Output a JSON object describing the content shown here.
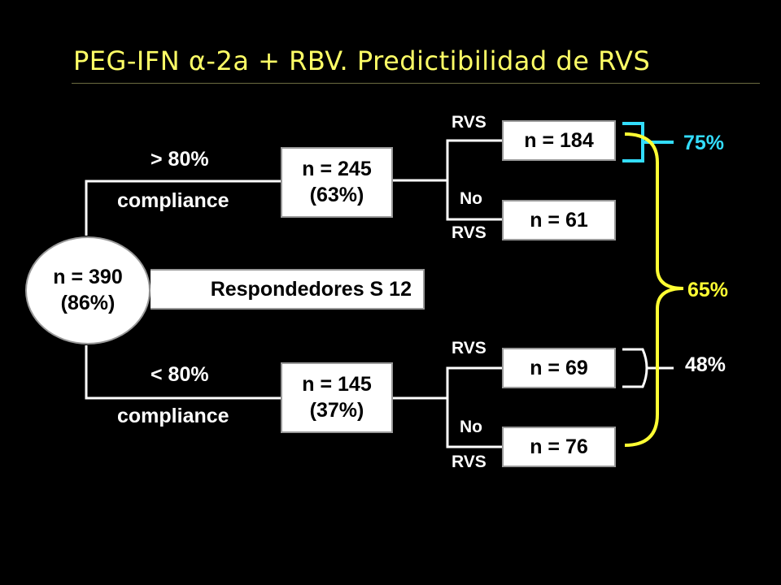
{
  "title_prefix": "PEG-IFN ",
  "title_alpha": "α",
  "title_suffix": "-2a + RBV. Predictibilidad de RVS",
  "root": {
    "line1": "n = 390",
    "line2": "(86%)"
  },
  "responders": "Respondedores S 12",
  "upper_branch": {
    "pct": "> 80%",
    "label": "compliance",
    "node_line1": "n = 245",
    "node_line2": "(63%)"
  },
  "lower_branch": {
    "pct": "< 80%",
    "label": "compliance",
    "node_line1": "n = 145",
    "node_line2": "(37%)"
  },
  "leaf_labels": {
    "rvs": "RVS",
    "no": "No",
    "no_rvs": "RVS"
  },
  "leaves": {
    "upper_rvs": "n = 184",
    "upper_no": "n = 61",
    "lower_rvs": "n = 69",
    "lower_no": "n = 76"
  },
  "results": {
    "upper": "75%",
    "overall": "65%",
    "lower": "48%"
  },
  "colors": {
    "title": "#ffff66",
    "cyan": "#33ddff",
    "yellow": "#ffff33",
    "background": "#000000"
  }
}
